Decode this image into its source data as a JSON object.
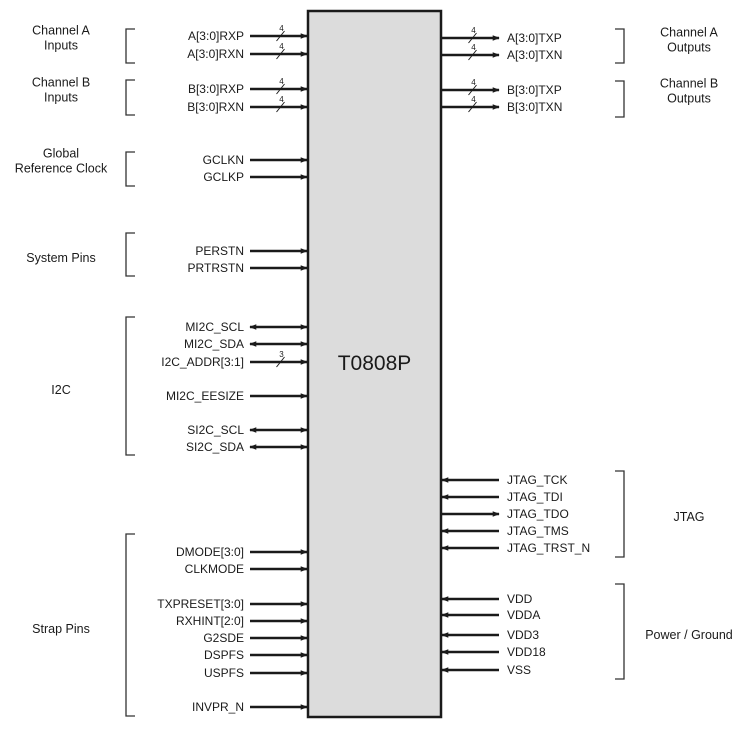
{
  "chip": {
    "name": "T0808P",
    "fill_color": "#dcdcdc",
    "border_color": "#1a1a1a"
  },
  "left_groups": [
    {
      "id": "channel-a-inputs",
      "label_lines": [
        "Channel A",
        "Inputs"
      ],
      "pins": [
        {
          "name": "A[3:0]RXP",
          "direction": "in",
          "bus_width": "4"
        },
        {
          "name": "A[3:0]RXN",
          "direction": "in",
          "bus_width": "4"
        }
      ]
    },
    {
      "id": "channel-b-inputs",
      "label_lines": [
        "Channel B",
        "Inputs"
      ],
      "pins": [
        {
          "name": "B[3:0]RXP",
          "direction": "in",
          "bus_width": "4"
        },
        {
          "name": "B[3:0]RXN",
          "direction": "in",
          "bus_width": "4"
        }
      ]
    },
    {
      "id": "global-reference-clock",
      "label_lines": [
        "Global",
        "Reference Clock"
      ],
      "pins": [
        {
          "name": "GCLKN",
          "direction": "in",
          "bus_width": null
        },
        {
          "name": "GCLKP",
          "direction": "in",
          "bus_width": null
        }
      ]
    },
    {
      "id": "system-pins",
      "label_lines": [
        "System Pins"
      ],
      "pins": [
        {
          "name": "PERSTN",
          "direction": "in",
          "bus_width": null
        },
        {
          "name": "PRTRSTN",
          "direction": "in",
          "bus_width": null
        }
      ]
    },
    {
      "id": "i2c",
      "label_lines": [
        "I2C"
      ],
      "pins": [
        {
          "name": "MI2C_SCL",
          "direction": "bidir",
          "bus_width": null
        },
        {
          "name": "MI2C_SDA",
          "direction": "bidir",
          "bus_width": null
        },
        {
          "name": "I2C_ADDR[3:1]",
          "direction": "in",
          "bus_width": "3"
        },
        {
          "name": "MI2C_EESIZE",
          "direction": "in",
          "bus_width": null
        },
        {
          "name": "SI2C_SCL",
          "direction": "bidir",
          "bus_width": null
        },
        {
          "name": "SI2C_SDA",
          "direction": "bidir",
          "bus_width": null
        }
      ]
    },
    {
      "id": "strap-pins",
      "label_lines": [
        "Strap Pins"
      ],
      "pins": [
        {
          "name": "DMODE[3:0]",
          "direction": "in",
          "bus_width": null
        },
        {
          "name": "CLKMODE",
          "direction": "in",
          "bus_width": null
        },
        {
          "name": "TXPRESET[3:0]",
          "direction": "in",
          "bus_width": null
        },
        {
          "name": "RXHINT[2:0]",
          "direction": "in",
          "bus_width": null
        },
        {
          "name": "G2SDE",
          "direction": "in",
          "bus_width": null
        },
        {
          "name": "DSPFS",
          "direction": "in",
          "bus_width": null
        },
        {
          "name": "USPFS",
          "direction": "in",
          "bus_width": null
        },
        {
          "name": "INVPR_N",
          "direction": "in",
          "bus_width": null
        }
      ]
    }
  ],
  "right_groups": [
    {
      "id": "channel-a-outputs",
      "label_lines": [
        "Channel A",
        "Outputs"
      ],
      "pins": [
        {
          "name": "A[3:0]TXP",
          "direction": "out",
          "bus_width": "4"
        },
        {
          "name": "A[3:0]TXN",
          "direction": "out",
          "bus_width": "4"
        }
      ]
    },
    {
      "id": "channel-b-outputs",
      "label_lines": [
        "Channel B",
        "Outputs"
      ],
      "pins": [
        {
          "name": "B[3:0]TXP",
          "direction": "out",
          "bus_width": "4"
        },
        {
          "name": "B[3:0]TXN",
          "direction": "out",
          "bus_width": "4"
        }
      ]
    },
    {
      "id": "jtag",
      "label_lines": [
        "JTAG"
      ],
      "pins": [
        {
          "name": "JTAG_TCK",
          "direction": "in",
          "bus_width": null
        },
        {
          "name": "JTAG_TDI",
          "direction": "in",
          "bus_width": null
        },
        {
          "name": "JTAG_TDO",
          "direction": "out",
          "bus_width": null
        },
        {
          "name": "JTAG_TMS",
          "direction": "in",
          "bus_width": null
        },
        {
          "name": "JTAG_TRST_N",
          "direction": "in",
          "bus_width": null
        }
      ]
    },
    {
      "id": "power-ground",
      "label_lines": [
        "Power / Ground"
      ],
      "pins": [
        {
          "name": "VDD",
          "direction": "in",
          "bus_width": null
        },
        {
          "name": "VDDA",
          "direction": "in",
          "bus_width": null
        },
        {
          "name": "VDD3",
          "direction": "in",
          "bus_width": null
        },
        {
          "name": "VDD18",
          "direction": "in",
          "bus_width": null
        },
        {
          "name": "VSS",
          "direction": "in",
          "bus_width": null
        }
      ]
    }
  ]
}
